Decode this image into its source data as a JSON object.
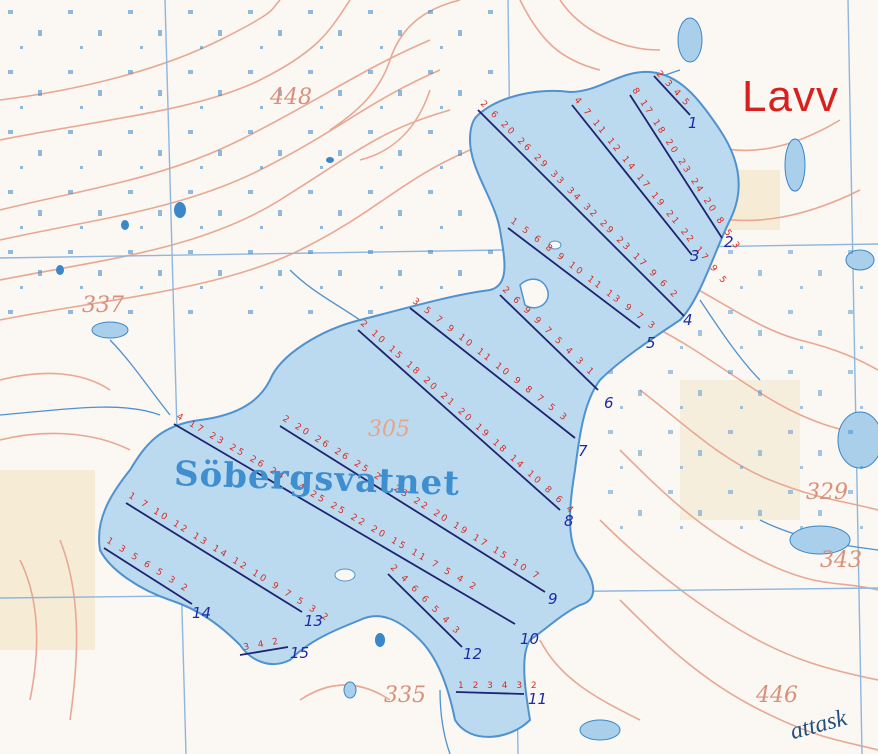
{
  "map": {
    "place_label": "Lavv",
    "lake_name": "Söbergsvatnet",
    "elevations": {
      "e448": "448",
      "e337": "337",
      "e305": "305",
      "e329": "329",
      "e343": "343",
      "e335": "335",
      "e446": "446"
    },
    "cut_label": "attask",
    "transects": [
      "1",
      "2",
      "3",
      "4",
      "5",
      "6",
      "7",
      "8",
      "9",
      "10",
      "11",
      "12",
      "13",
      "14",
      "15"
    ],
    "colors": {
      "water": "#bcdaef",
      "water_edge": "#4f92cf",
      "contour": "#e8a893",
      "transect_line": "#1d2470",
      "soundings": "#d92a23",
      "grid": "#8fb7dd"
    }
  }
}
